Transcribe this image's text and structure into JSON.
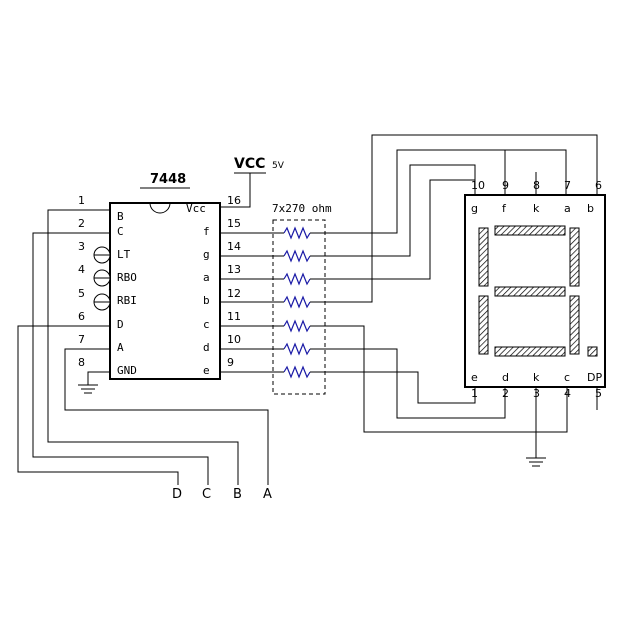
{
  "ic": {
    "title": "7448",
    "vcc_pin_label": "Vcc",
    "left_pins": [
      {
        "num": "1",
        "label": "B"
      },
      {
        "num": "2",
        "label": "C"
      },
      {
        "num": "3",
        "label": "LT"
      },
      {
        "num": "4",
        "label": "RBO"
      },
      {
        "num": "5",
        "label": "RBI"
      },
      {
        "num": "6",
        "label": "D"
      },
      {
        "num": "7",
        "label": "A"
      },
      {
        "num": "8",
        "label": "GND"
      }
    ],
    "right_pins": [
      {
        "num": "16",
        "label": ""
      },
      {
        "num": "15",
        "label": "f"
      },
      {
        "num": "14",
        "label": "g"
      },
      {
        "num": "13",
        "label": "a"
      },
      {
        "num": "12",
        "label": "b"
      },
      {
        "num": "11",
        "label": "c"
      },
      {
        "num": "10",
        "label": "d"
      },
      {
        "num": "9",
        "label": "e"
      }
    ]
  },
  "power": {
    "label": "VCC",
    "voltage": "5V"
  },
  "resistor_pack": {
    "label": "7x270 ohm"
  },
  "display": {
    "top_pins": [
      {
        "num": "10",
        "label": "g"
      },
      {
        "num": "9",
        "label": "f"
      },
      {
        "num": "8",
        "label": "k"
      },
      {
        "num": "7",
        "label": "a"
      },
      {
        "num": "6",
        "label": "b"
      }
    ],
    "bottom_pins": [
      {
        "num": "1",
        "label": "e"
      },
      {
        "num": "2",
        "label": "d"
      },
      {
        "num": "3",
        "label": "k"
      },
      {
        "num": "4",
        "label": "c"
      },
      {
        "num": "5",
        "label": "DP"
      }
    ]
  },
  "inputs": [
    "D",
    "C",
    "B",
    "A"
  ]
}
